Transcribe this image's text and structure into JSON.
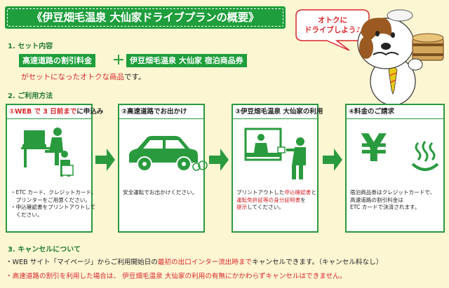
{
  "banner": {
    "title": "《伊豆畑毛温泉 大仙家ドライブプランの概要》"
  },
  "bubble": {
    "line1": "オトクに",
    "line2": "ドライブしよう♪"
  },
  "section1": {
    "heading": "1.  セット内容",
    "item1": "高速道路の割引料金",
    "plus": "＋",
    "item2": "伊豆畑毛温泉 大仙家 宿泊商品券",
    "desc_part1": "がセットになったオトクな商品",
    "desc_part2": "です。"
  },
  "section2": {
    "heading": "2.  ご利用方法",
    "steps": [
      {
        "title_red": "①WEB で 3 日前まで",
        "title_rest": "に申込み",
        "lines": [
          "・ETC カード、クレジットカード、",
          "　プリンターをご用意ください。",
          "・申込確認書をプリントアウトして",
          "　ください。"
        ]
      },
      {
        "title": "②高速道路でお出かけ",
        "lines": [
          "安全運転でお出かけください。"
        ]
      },
      {
        "title": "③伊豆畑毛温泉 大仙家の利用",
        "l1a": "プリントアウトした",
        "l1b": "申込確認書",
        "l1c": "と",
        "l2": "運転免許証等の身分証明書",
        "l2c": "を",
        "l3a": "提示",
        "l3b": "してください。"
      },
      {
        "title": "④料金のご請求",
        "lines": [
          "宿泊商品券はクレジットカードで、",
          "高速道路の割引料金は",
          "ETC カードで決済されます。"
        ]
      }
    ]
  },
  "section3": {
    "heading": "3.  キャンセルについて",
    "line1a": "・WEB サイト「マイページ」からご利用開始日の",
    "line1b": "最初の出口インター流出時まで",
    "line1c": "キャンセルできます。（キャンセル料なし）",
    "line2": "・高速道路の割引を利用した場合は、 伊豆畑毛温泉 大仙家の利用の有無にかかわらずキャンセルはできません。"
  },
  "colors": {
    "green": "#1e9e3c",
    "red": "#d9262b",
    "background": "#fdf6d3"
  }
}
